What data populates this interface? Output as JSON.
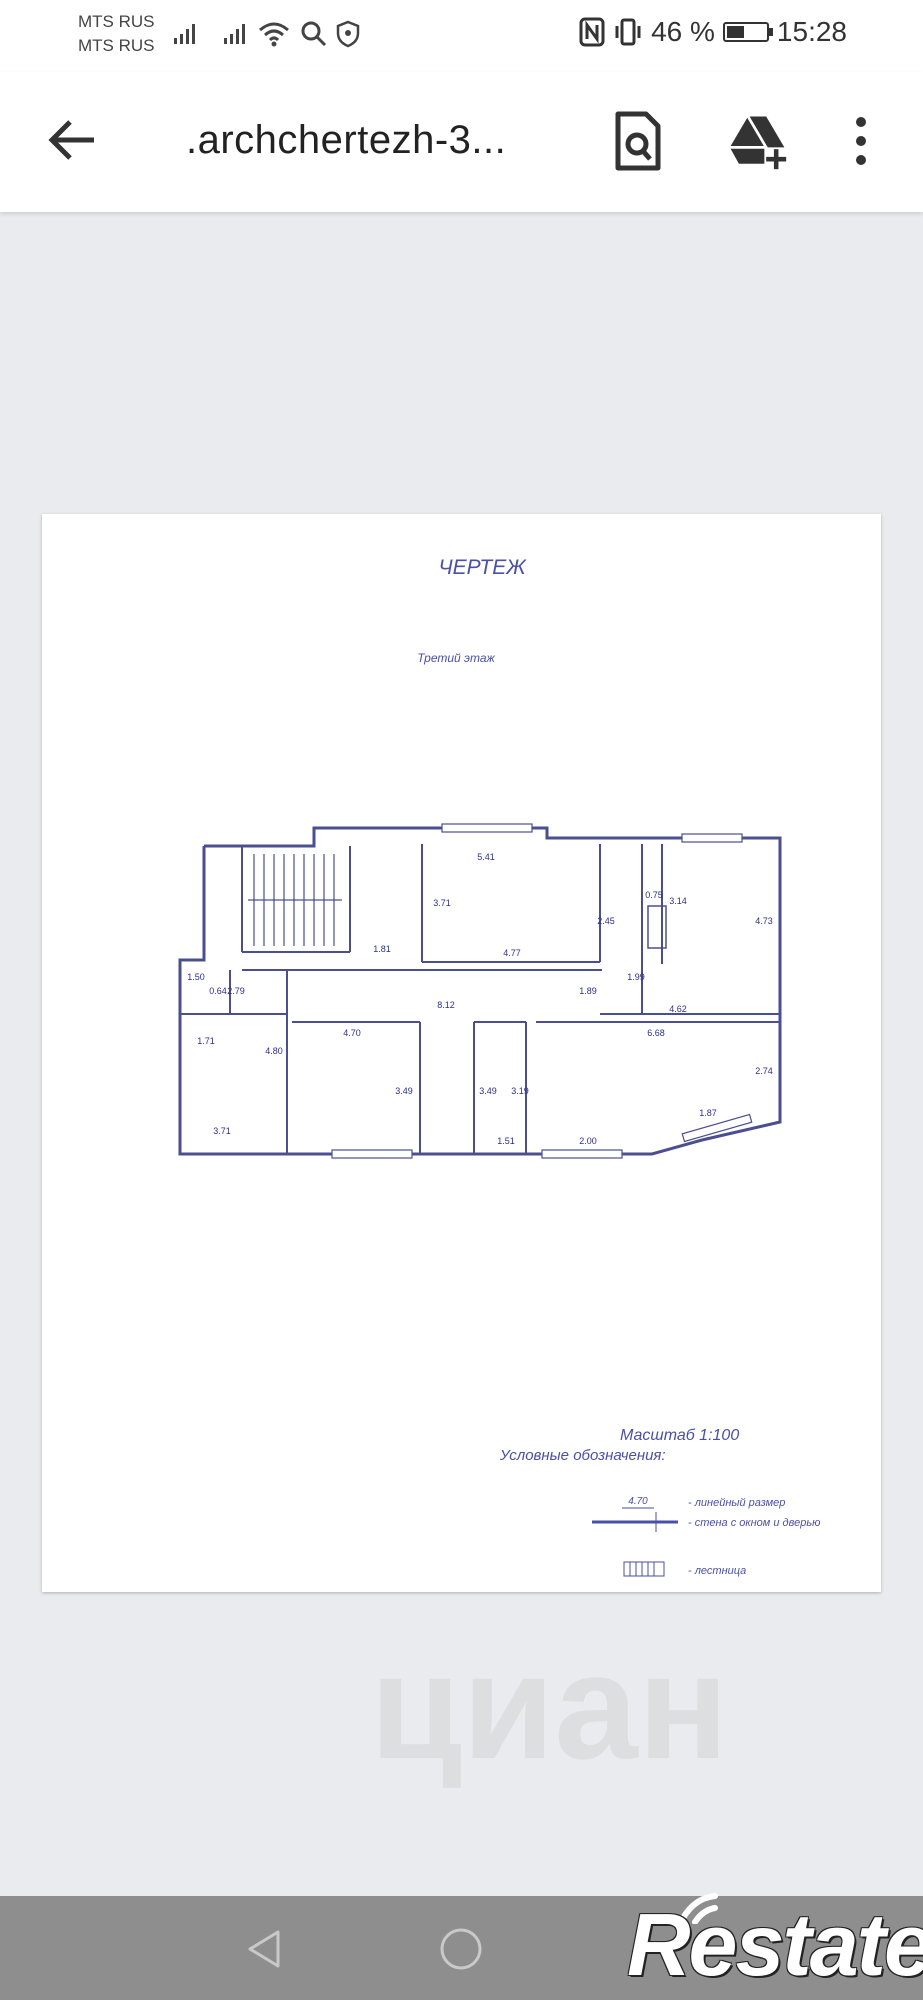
{
  "status_bar": {
    "carrier_1": "MTS RUS",
    "carrier_2": "MTS RUS",
    "battery": "46 %",
    "battery_level": 0.46,
    "time": "15:28",
    "icons": [
      "signal-icon",
      "signal-icon",
      "wifi-icon",
      "search-icon",
      "shield-icon",
      "nfc-icon",
      "vibrate-icon",
      "battery-icon"
    ]
  },
  "app_bar": {
    "title": ".archchertezh-3...",
    "back_icon": "arrow-left-icon",
    "find_icon": "find-in-page-icon",
    "drive_icon": "add-to-drive-icon",
    "menu_icon": "more-vert-icon"
  },
  "document": {
    "heading": "ЧЕРТЕЖ",
    "floor_label": "Третий этаж",
    "scale": "Масштаб 1:100",
    "legend_title": "Условные обозначения:",
    "legend": [
      {
        "sample": "4.70",
        "text": "- линейный размер"
      },
      {
        "sample": "",
        "text": "- стена с окном и дверью"
      },
      {
        "sample": "",
        "text": "- лестница"
      }
    ],
    "dimensions": [
      "5.41",
      "3.71",
      "4.77",
      "1.81",
      "2.45",
      "0.75",
      "1.99",
      "3.14",
      "4.73",
      "1.50",
      "0.64",
      "2.79",
      "8.12",
      "1.89",
      "4.62",
      "1.71",
      "4.80",
      "4.70",
      "3.49",
      "3.49",
      "3.19",
      "6.68",
      "2.74",
      "3.71",
      "1.51",
      "2.00",
      "1.87"
    ],
    "colors": {
      "ink": "#2b2f8c"
    }
  },
  "nav_bar": {
    "back": "triangle-back-icon",
    "home": "circle-home-icon"
  },
  "watermark": "циан",
  "brand": "Restate"
}
